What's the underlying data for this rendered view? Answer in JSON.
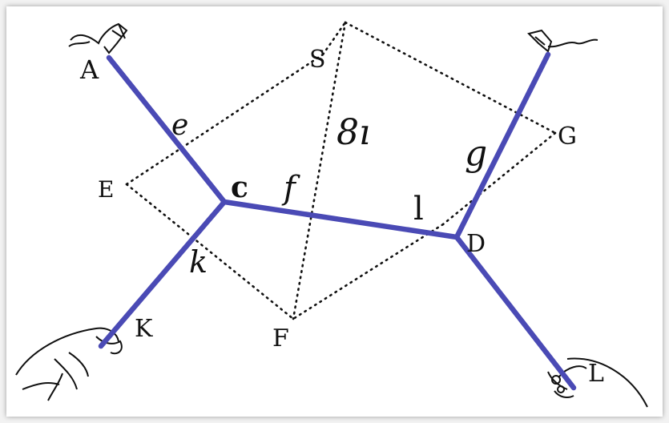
{
  "colors": {
    "rope": "#4a4ab5",
    "dots": "#111111",
    "ink": "#111111"
  },
  "labels": {
    "A": "A",
    "e": "e",
    "E": "E",
    "c": "c",
    "f": "f",
    "k": "k",
    "K": "K",
    "F": "F",
    "S": "S",
    "num": "8ı",
    "g": "g",
    "G": "G",
    "l": "l",
    "D": "D",
    "L": "L"
  },
  "icons": {
    "top_left": "feather-tassel-icon",
    "top_right": "feather-tassel-icon",
    "bottom_left": "hand-icon",
    "bottom_right": "hand-icon"
  }
}
